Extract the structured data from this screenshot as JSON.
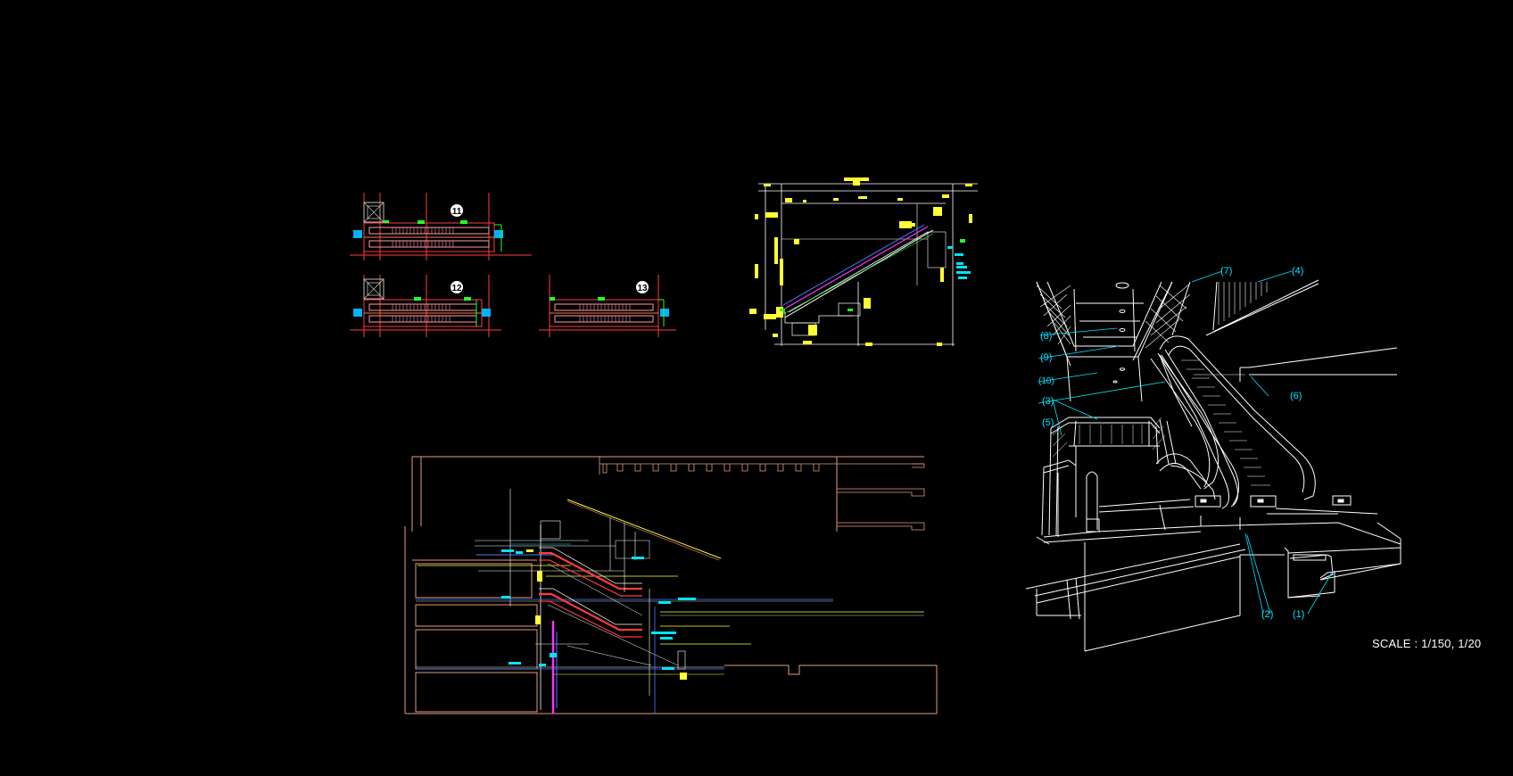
{
  "colors": {
    "background": "#000000",
    "red": "#ff3b3b",
    "pink": "#ff9aa6",
    "orange": "#ff7a3a",
    "salmon": "#e39b80",
    "green": "#22ff22",
    "cyan": "#00e5ff",
    "blue": "#4d7cff",
    "yellow": "#ffff33",
    "magenta": "#ff33ff",
    "white": "#ffffff",
    "grey": "#bfbfbf"
  },
  "plan_views": {
    "labels": [
      "11",
      "12",
      "13"
    ]
  },
  "perspective": {
    "callouts": [
      "(1)",
      "(2)",
      "(3)",
      "(4)",
      "(5)",
      "(6)",
      "(7)",
      "(8)",
      "(9)",
      "(10)"
    ]
  },
  "scale_text": "SCALE : 1/150, 1/20"
}
